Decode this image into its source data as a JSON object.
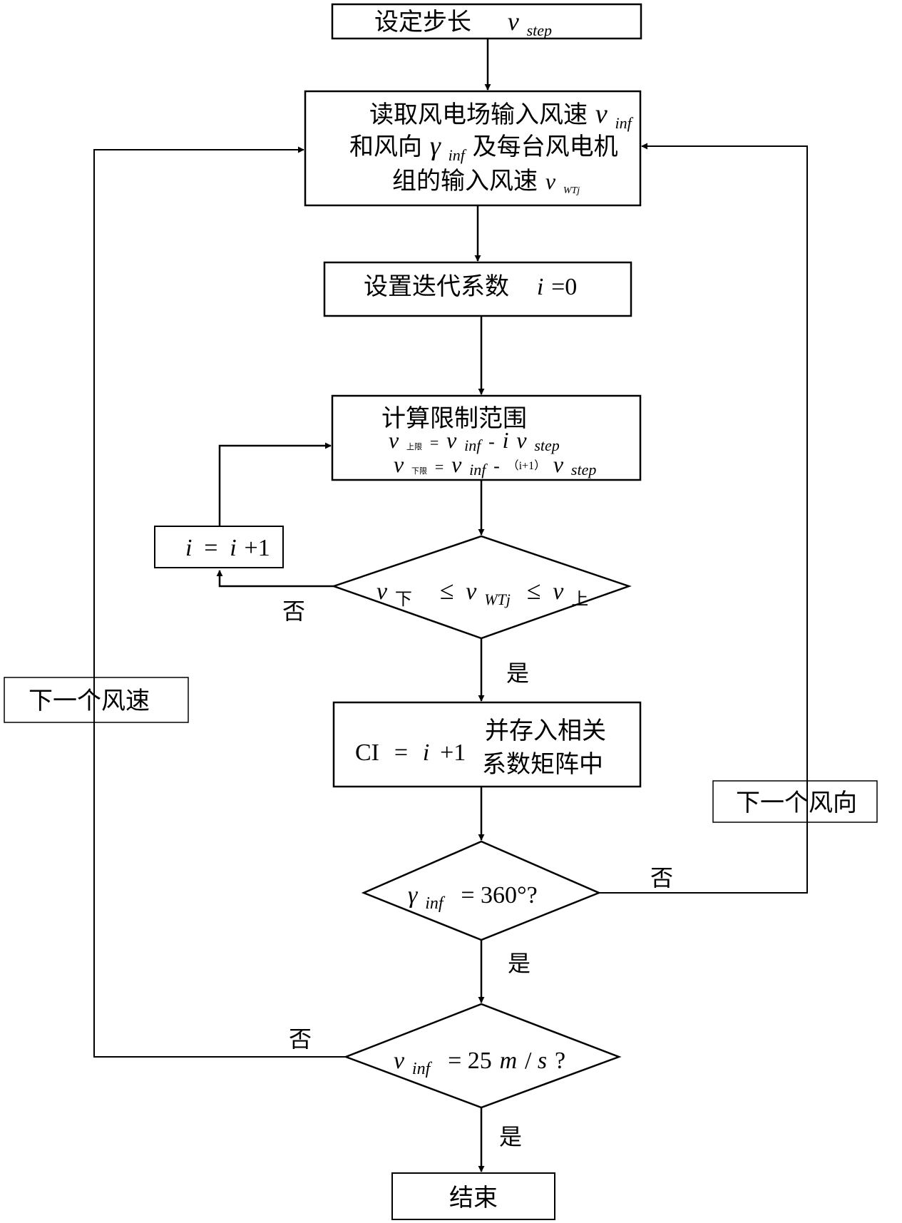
{
  "nodes": {
    "set_step": {
      "label": "设定步长",
      "var": "v",
      "sub": "step"
    },
    "read_input": {
      "line1_text": "读取风电场输入风速",
      "line1_var": "v",
      "line1_sub": "inf",
      "line2_pre": "和风向",
      "line2_var": "γ",
      "line2_sub": "inf",
      "line2_post": "及每台风电机",
      "line3_text": "组的输入风速",
      "line3_var": "v",
      "line3_sub": "WTj"
    },
    "set_iter": {
      "label": "设置迭代系数",
      "var": "i",
      "value": "=0"
    },
    "compute_range": {
      "title": "计算限制范围",
      "upper_var": "v",
      "upper_sub": "上限",
      "upper_eq": "=",
      "upper_rhs_var": "v",
      "upper_rhs_sub": "inf",
      "upper_minus": "-",
      "upper_i": "i",
      "upper_rhs2_var": "v",
      "upper_rhs2_sub": "step",
      "lower_var": "v",
      "lower_sub": "下限",
      "lower_eq": "=",
      "lower_rhs_var": "v",
      "lower_rhs_sub": "inf",
      "lower_minus": "-",
      "lower_paren": "（i+1）",
      "lower_rhs2_var": "v",
      "lower_rhs2_sub": "step"
    },
    "increment": {
      "lhs": "i",
      "eq": "=",
      "rhs_i": "i",
      "rhs_plus": "+1"
    },
    "check_range": {
      "v_lower": "v",
      "v_lower_sub": "下",
      "le1": "≤",
      "v_mid": "v",
      "v_mid_sub": "WTj",
      "le2": "≤",
      "v_upper": "v",
      "v_upper_sub": "上"
    },
    "store_ci": {
      "ci": "CI",
      "eq": "=",
      "i": "i",
      "plus": "+1",
      "line1": "并存入相关",
      "line2": "系数矩阵中"
    },
    "check_direction": {
      "var": "γ",
      "sub": "inf",
      "rhs": "= 360°?"
    },
    "check_speed": {
      "var": "v",
      "sub": "inf",
      "eq": "= 25",
      "m": "m",
      "slash": " / ",
      "s": "s",
      "q": "?"
    },
    "next_speed": {
      "label": "下一个风速"
    },
    "next_direction": {
      "label": "下一个风向"
    },
    "end": {
      "label": "结束"
    }
  },
  "edges": {
    "range_no": "否",
    "range_yes": "是",
    "direction_no": "否",
    "direction_yes": "是",
    "speed_no": "否",
    "speed_yes": "是"
  }
}
